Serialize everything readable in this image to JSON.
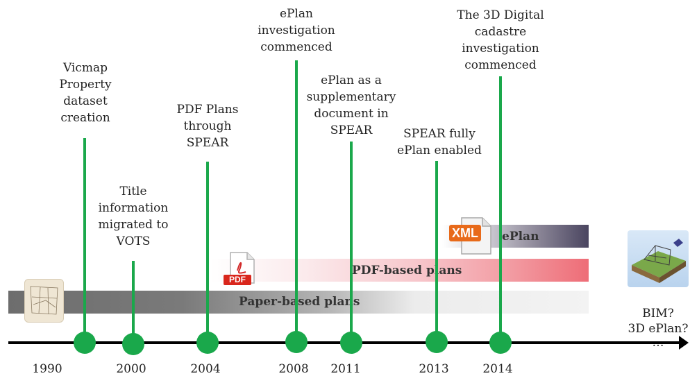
{
  "events": [
    {
      "id": "1990",
      "year": "1990",
      "label": [
        "Vicmap",
        "Property",
        "dataset",
        "creation"
      ]
    },
    {
      "id": "2000",
      "year": "2000",
      "label": [
        "Title",
        "information",
        "migrated to",
        "VOTS"
      ]
    },
    {
      "id": "2004",
      "year": "2004",
      "label": [
        "PDF Plans",
        "through",
        "SPEAR"
      ]
    },
    {
      "id": "2008",
      "year": "2008",
      "label": [
        "ePlan",
        "investigation",
        "commenced"
      ]
    },
    {
      "id": "2011",
      "year": "2011",
      "label": [
        "ePlan as a",
        "supplementary",
        "document in",
        "SPEAR"
      ]
    },
    {
      "id": "2013",
      "year": "2013",
      "label": [
        "SPEAR fully",
        "ePlan enabled"
      ]
    },
    {
      "id": "2014",
      "year": "2014",
      "label": [
        "The 3D Digital",
        "cadastre",
        "investigation",
        "commenced"
      ]
    }
  ],
  "bands": {
    "paper": "Paper-based plans",
    "pdf": "PDF-based plans",
    "eplan": "ePlan"
  },
  "icons": {
    "pdf_text": "PDF",
    "xml_text": "XML"
  },
  "future": [
    "BIM?",
    "3D ePlan?",
    "…"
  ],
  "colors": {
    "accent": "#1aa84b",
    "axis": "#000000",
    "pdf_band": "#f07b82",
    "eplan_band": "#4a4560",
    "paper_band": "#6d6d6d"
  }
}
